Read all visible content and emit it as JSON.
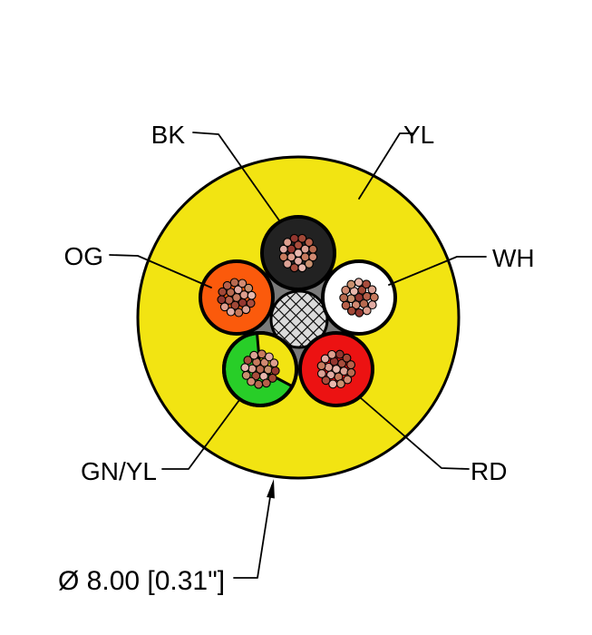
{
  "diagram": {
    "type": "cable-cross-section",
    "labels": {
      "bk": "BK",
      "yl": "YL",
      "og": "OG",
      "wh": "WH",
      "gnyl": "GN/YL",
      "rd": "RD",
      "dimension": "Ø 8.00 [0.31\"]"
    },
    "colors": {
      "jacket": "#F2E412",
      "conductor_black": "#222222",
      "conductor_white": "#FFFFFF",
      "conductor_orange": "#FB5A0C",
      "conductor_green": "#28CE28",
      "conductor_red": "#EC1212",
      "wedge_yellow": "#F2E412",
      "filler_dark": "#7A7A7A",
      "filler_light": "#DBDBDB",
      "outline": "#000000"
    },
    "strand_palette": [
      "#E8B7AD",
      "#DE9E8E",
      "#D28A72",
      "#C77A5E",
      "#B8604A",
      "#A84C3C",
      "#93362F",
      "#C9906F",
      "#E2ACA4",
      "#B76A50",
      "#DCA295",
      "#A14837"
    ]
  }
}
